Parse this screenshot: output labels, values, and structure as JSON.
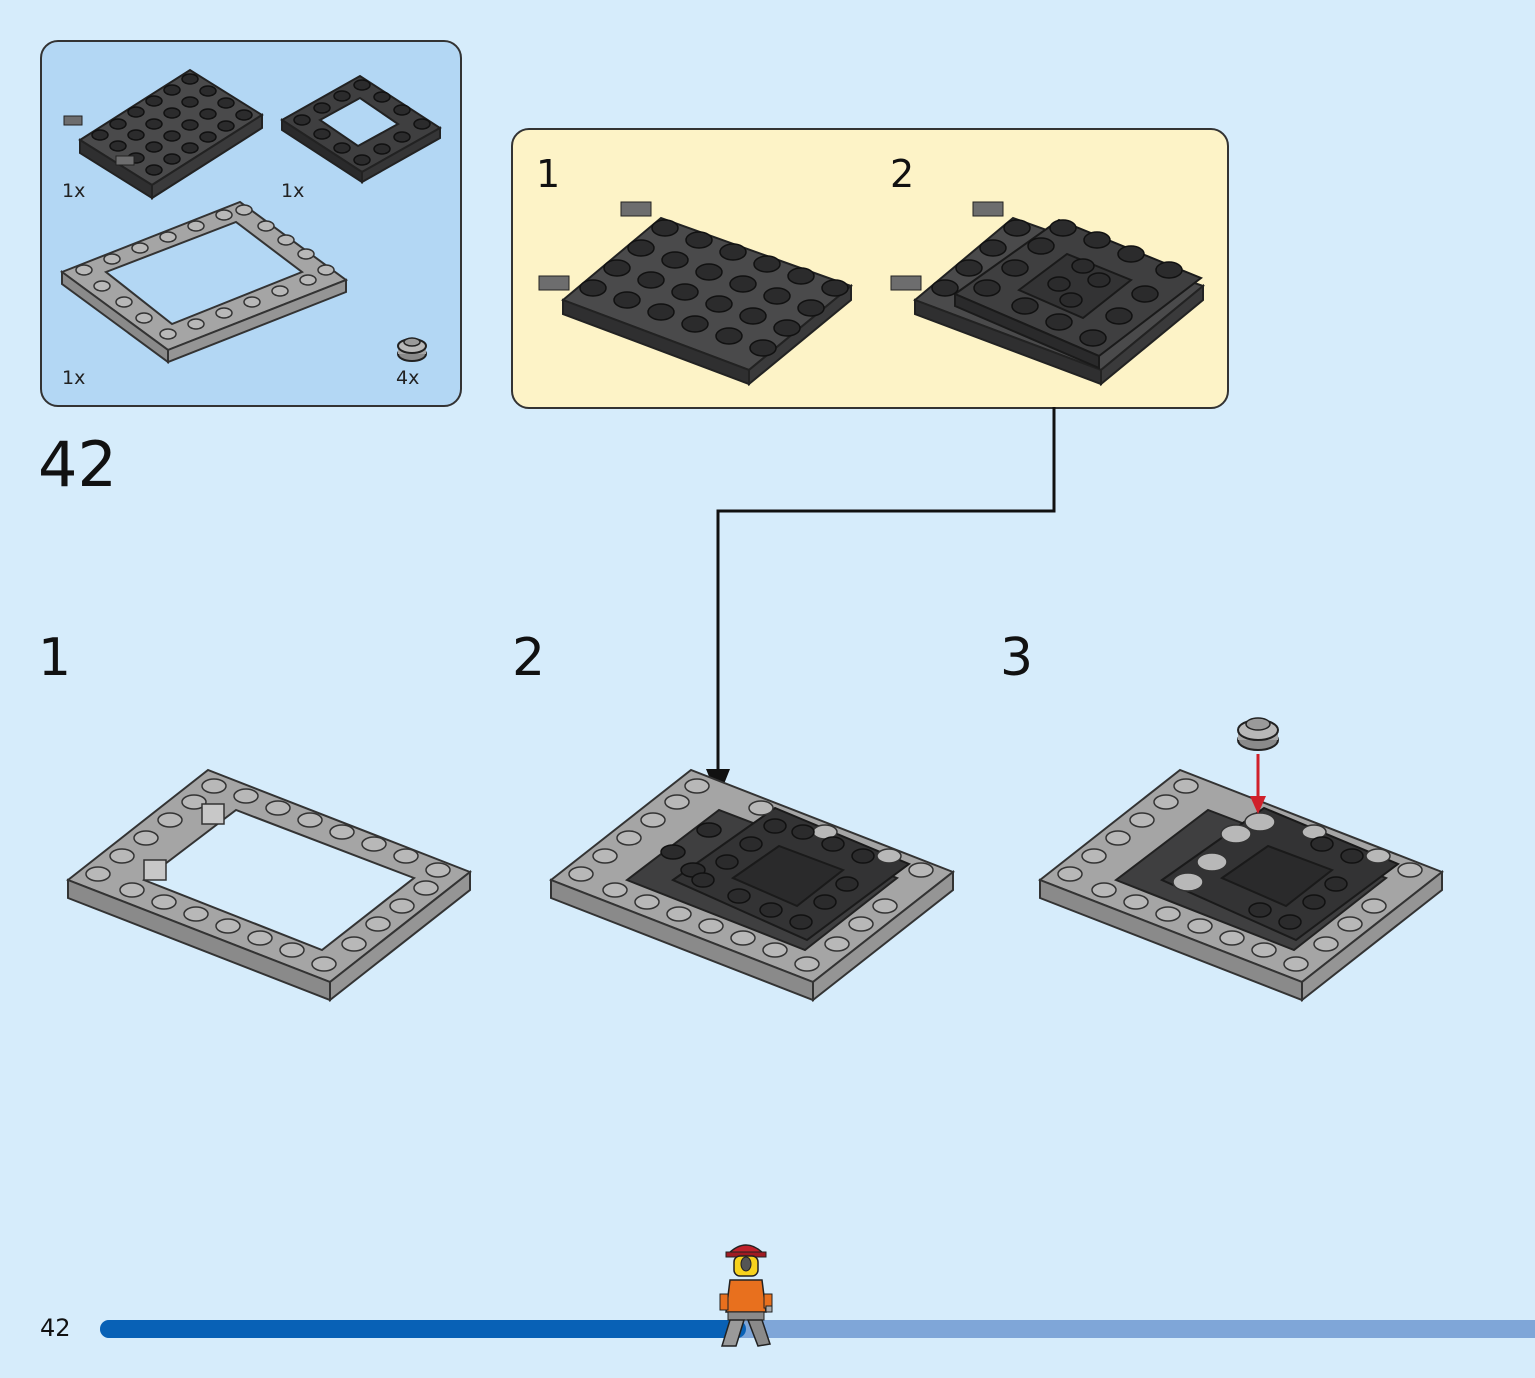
{
  "step_number": "42",
  "page_number": "42",
  "progress": 0.45,
  "colors": {
    "background": "#d6ecfb",
    "parts_box": "#b3d7f4",
    "subassembly_box": "#fdf3c7",
    "dark_bluish_gray": "#3f3f40",
    "light_bluish_gray": "#a5a5a5",
    "progress_fill": "#0861b6",
    "progress_track": "#7fa6d8",
    "arrow_red": "#d0202a"
  },
  "parts_list": [
    {
      "qty": "1x",
      "part": "plate-4x6-with-clips-icon"
    },
    {
      "qty": "1x",
      "part": "plate-4x4-open-center-icon"
    },
    {
      "qty": "1x",
      "part": "plate-6x8-frame-with-clips-icon"
    },
    {
      "qty": "4x",
      "part": "round-plate-1x1-icon"
    }
  ],
  "subassembly_steps": [
    "1",
    "2"
  ],
  "substeps": [
    "1",
    "2",
    "3"
  ]
}
